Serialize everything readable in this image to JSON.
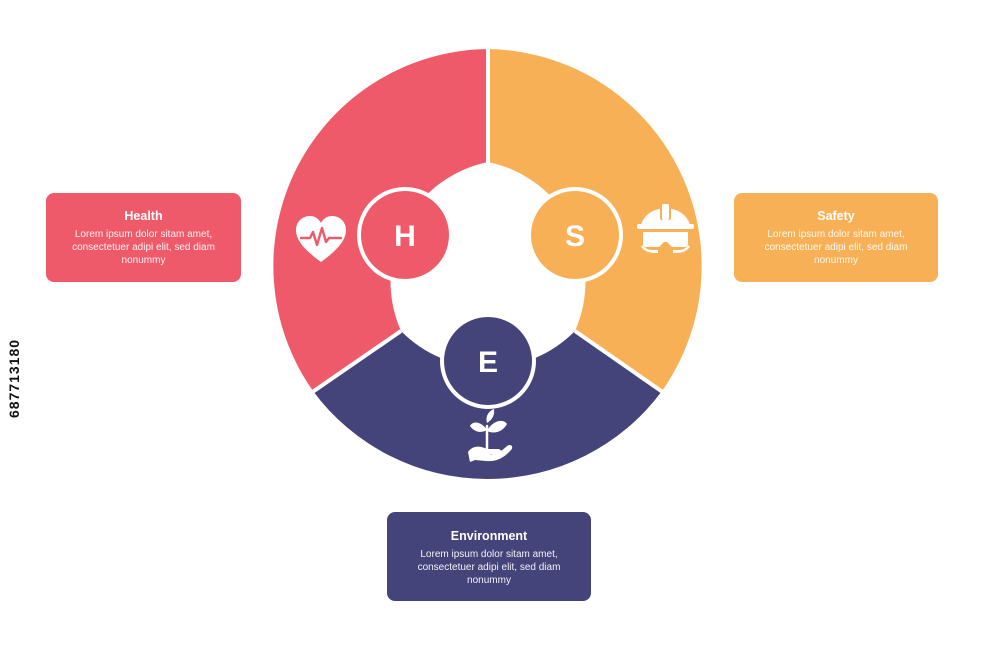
{
  "colors": {
    "health": "#ef5a6a",
    "safety": "#f7b056",
    "environment": "#45447a",
    "background": "#ffffff"
  },
  "segments": [
    {
      "key": "health",
      "letter": "H",
      "icon": "heart-pulse-icon"
    },
    {
      "key": "safety",
      "letter": "S",
      "icon": "safety-helmet-goggles-icon"
    },
    {
      "key": "environment",
      "letter": "E",
      "icon": "plant-in-hand-icon"
    }
  ],
  "cards": {
    "health": {
      "title": "Health",
      "body": "Lorem ipsum dolor sitam amet, consectetuer adipi elit, sed diam nonummy"
    },
    "safety": {
      "title": "Safety",
      "body": "Lorem ipsum dolor sitam amet, consectetuer adipi elit, sed diam nonummy"
    },
    "environment": {
      "title": "Environment",
      "body": "Lorem ipsum dolor sitam amet, consectetuer adipi elit, sed diam nonummy"
    }
  },
  "stock_id": "687713180"
}
